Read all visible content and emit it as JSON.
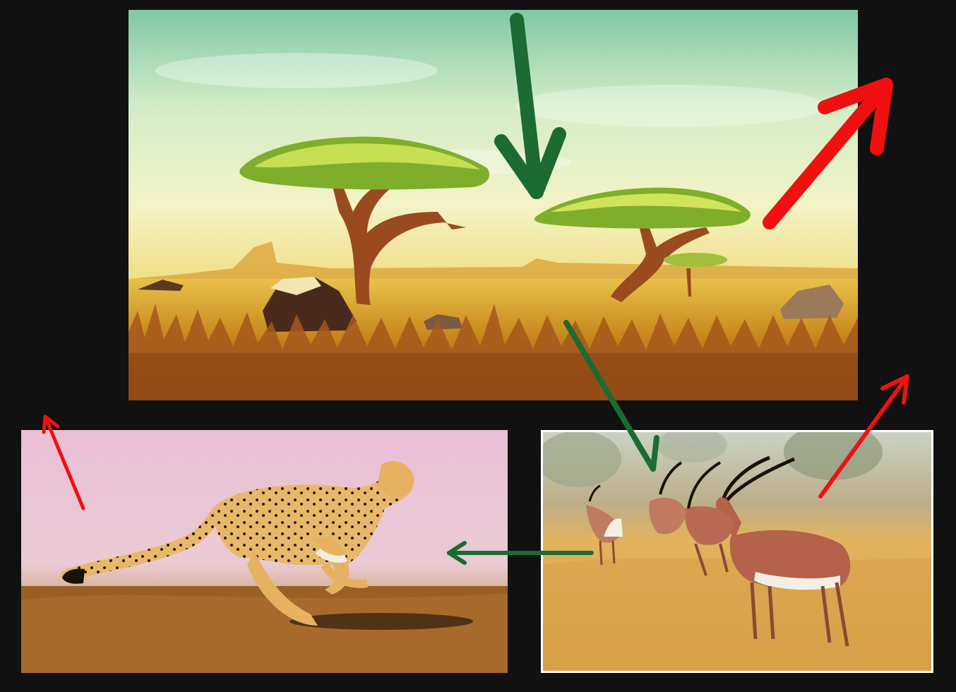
{
  "diagram": {
    "type": "energy-flow",
    "background_color": "#111111",
    "nodes": [
      {
        "id": "savanna",
        "icon": "savanna-landscape-illustration"
      },
      {
        "id": "gazelles",
        "icon": "gazelle-herd-painting"
      },
      {
        "id": "cheetah",
        "icon": "running-cheetah-painting"
      }
    ],
    "edges": [
      {
        "id": "sunlight-to-savanna",
        "from": "sky",
        "to": "savanna",
        "color": "#1b6b32"
      },
      {
        "id": "savanna-to-gazelles",
        "from": "savanna",
        "to": "gazelles",
        "color": "#1b6b32"
      },
      {
        "id": "gazelles-to-cheetah",
        "from": "gazelles",
        "to": "cheetah",
        "color": "#1b6b32"
      },
      {
        "id": "savanna-heat-loss",
        "from": "savanna",
        "to": "outside",
        "color": "#f01010"
      },
      {
        "id": "gazelles-heat-loss",
        "from": "gazelles",
        "to": "outside",
        "color": "#f01010"
      },
      {
        "id": "cheetah-heat-loss",
        "from": "cheetah",
        "to": "outside",
        "color": "#f01010"
      }
    ]
  }
}
